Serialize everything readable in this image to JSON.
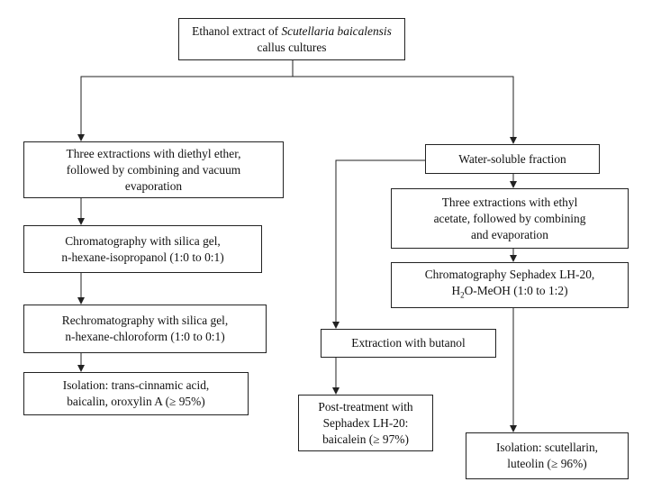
{
  "nodes": {
    "extract": {
      "line1_prefix": "Ethanol extract of ",
      "line1_italic": "Scutellaria baicalensis",
      "line2": "callus cultures"
    },
    "ether": {
      "lines": [
        "Three extractions with diethyl ether,",
        "followed by combining and vacuum",
        "evaporation"
      ]
    },
    "silica1": {
      "lines": [
        "Chromatography with silica gel,",
        "n-hexane-isopropanol (1:0 to 0:1)"
      ]
    },
    "silica2": {
      "lines": [
        "Rechromatography with silica gel,",
        "n-hexane-chloroform (1:0 to 0:1)"
      ]
    },
    "iso1": {
      "lines": [
        "Isolation: trans-cinnamic acid,",
        "baicalin, oroxylin A (≥ 95%)"
      ]
    },
    "water": {
      "lines": [
        "Water-soluble fraction"
      ]
    },
    "ethyl": {
      "lines": [
        "Three extractions with ethyl",
        "acetate, followed by combining",
        "and evaporation"
      ]
    },
    "sephadex": {
      "line1": "Chromatography Sephadex LH-20,",
      "line2_a": "H",
      "line2_sub": "2",
      "line2_b": "O-MeOH (1:0 to 1:2)"
    },
    "butanol": {
      "lines": [
        "Extraction with butanol"
      ]
    },
    "post": {
      "lines": [
        "Post-treatment with",
        "Sephadex LH-20:",
        "baicalein (≥ 97%)"
      ]
    },
    "iso2": {
      "lines": [
        "Isolation: scutellarin,",
        "luteolin (≥ 96%)"
      ]
    }
  }
}
